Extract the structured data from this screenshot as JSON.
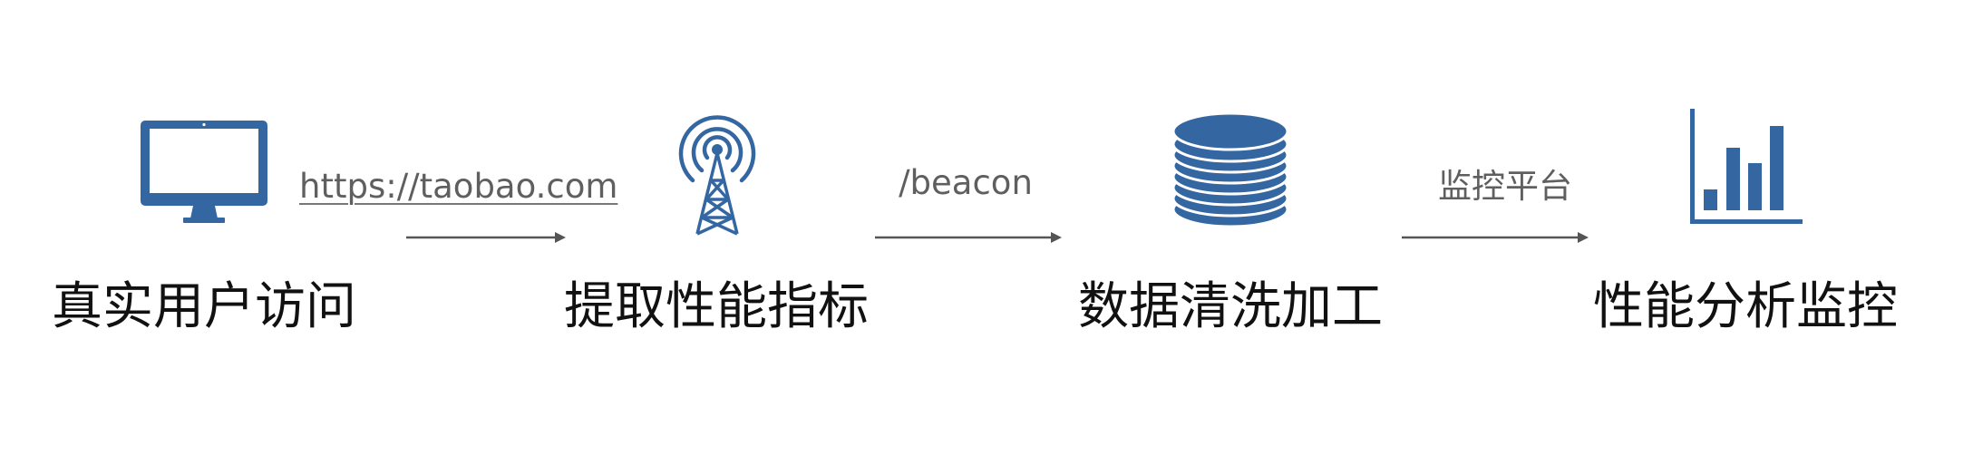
{
  "colors": {
    "icon": "#3466a2",
    "stage_text": "#111111",
    "edge_text": "#5f5f5f",
    "arrow": "#555555",
    "background": "#ffffff"
  },
  "stages": [
    {
      "label": "真实用户访问",
      "icon": "monitor-icon"
    },
    {
      "label": "提取性能指标",
      "icon": "broadcast-tower-icon"
    },
    {
      "label": "数据清洗加工",
      "icon": "database-icon"
    },
    {
      "label": "性能分析监控",
      "icon": "bar-chart-icon"
    }
  ],
  "edges": [
    {
      "label": "https://taobao.com",
      "underlined": true
    },
    {
      "label": "/beacon"
    },
    {
      "label": "监控平台"
    }
  ]
}
